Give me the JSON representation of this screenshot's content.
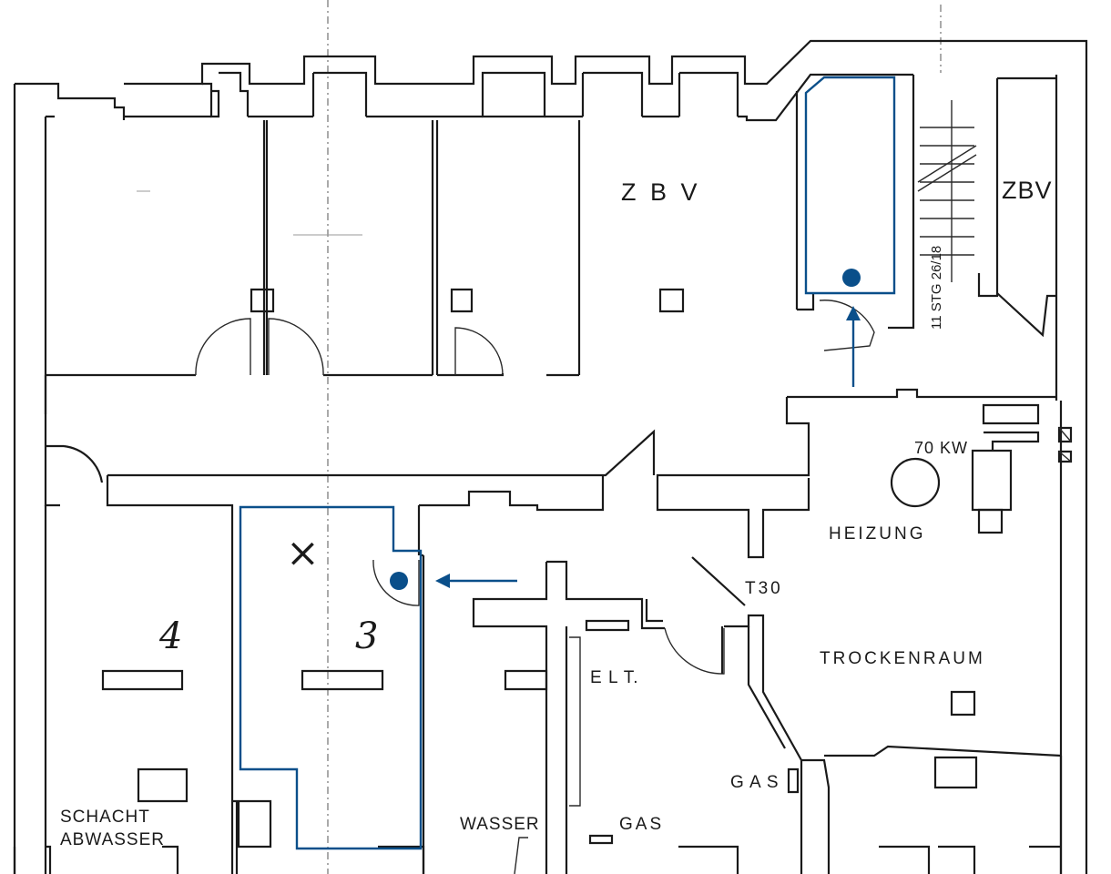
{
  "labels": {
    "zbv_main": "Z B V",
    "zbv_right": "ZBV",
    "heizung": "HEIZUNG",
    "kw": "70 KW",
    "t30": "T30",
    "trockenraum": "TROCKENRAUM",
    "elt": "E L T.",
    "gas_right": "G A S",
    "gas_bottom": "GAS",
    "wasser": "WASSER",
    "schacht": "SCHACHT",
    "abwasser": "ABWASSER",
    "stair_note": "11 STG 26/18",
    "room_4": "4",
    "room_3": "3",
    "mark_x": "×"
  },
  "colors": {
    "wall": "#1a1a1a",
    "highlight": "#0a4f8a",
    "background": "#ffffff"
  }
}
